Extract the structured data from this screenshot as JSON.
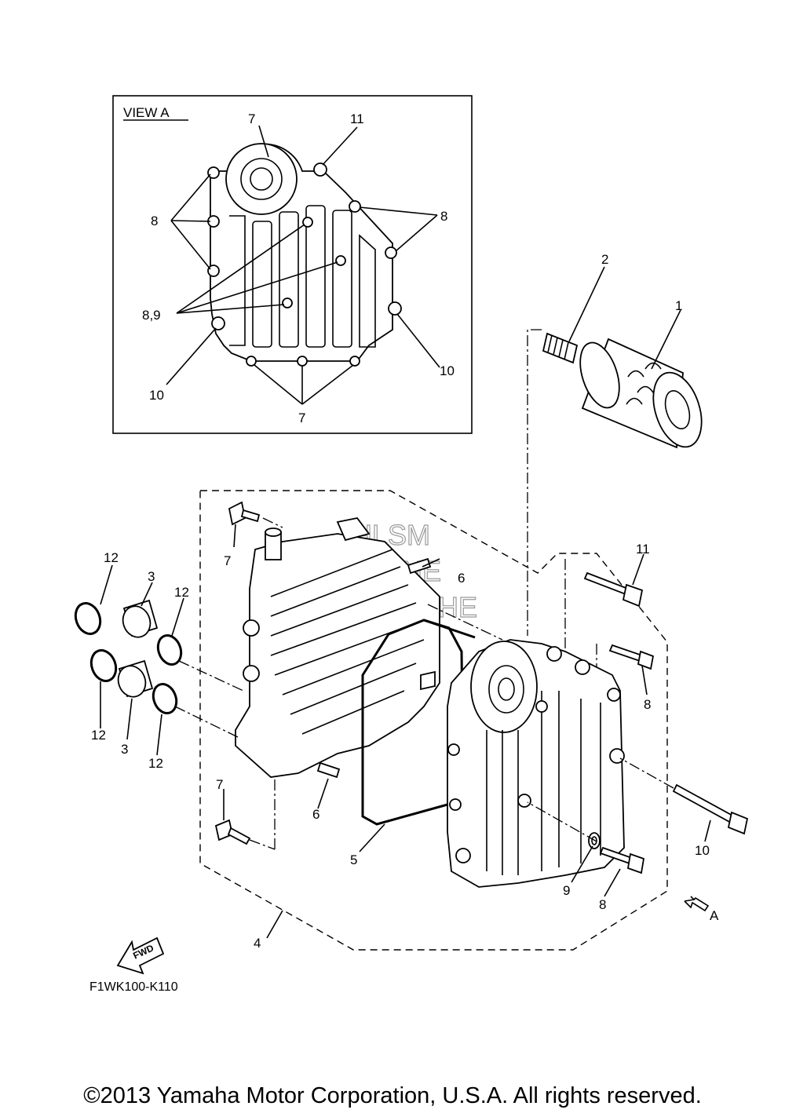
{
  "view_a": {
    "title": "VIEW A",
    "labels": {
      "top_7": "7",
      "top_11": "11",
      "left_8": "8",
      "right_8": "8",
      "left_89": "8,9",
      "left_10": "10",
      "right_10": "10",
      "bottom_7": "7"
    }
  },
  "main": {
    "labels": {
      "p1": "1",
      "p2": "2",
      "p3a": "3",
      "p3b": "3",
      "p4": "4",
      "p5": "5",
      "p6a": "6",
      "p6b": "6",
      "p7a": "7",
      "p7b": "7",
      "p8a": "8",
      "p8b": "8",
      "p9": "9",
      "p10": "10",
      "p11": "11",
      "p12a": "12",
      "p12b": "12",
      "p12c": "12",
      "p12d": "12",
      "arrow_a": "A"
    },
    "fwd": "FWD",
    "watermark": [
      "HLSM",
      "ONLINE",
      "MICROFICHE"
    ]
  },
  "figure_code": "F1WK100-K110",
  "copyright": "©2013 Yamaha Motor Corporation, U.S.A. All rights reserved."
}
